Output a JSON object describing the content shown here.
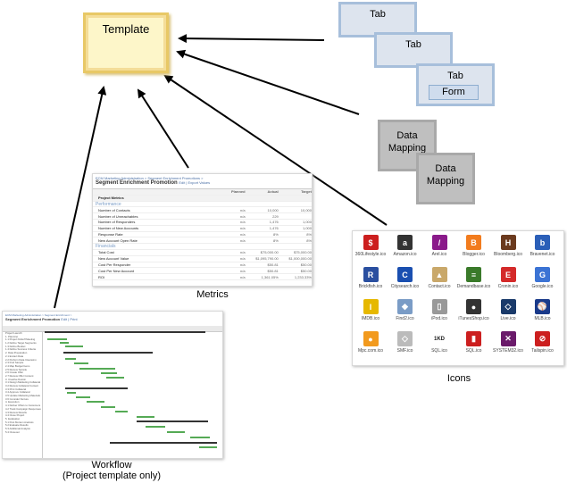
{
  "template": {
    "label": "Template"
  },
  "tabs": [
    {
      "label": "Tab"
    },
    {
      "label": "Tab"
    },
    {
      "label": "Tab",
      "form_label": "Form"
    }
  ],
  "data_mapping": [
    {
      "line1": "Data",
      "line2": "Mapping"
    },
    {
      "line1": "Data",
      "line2": "Mapping"
    }
  ],
  "captions": {
    "metrics": "Metrics",
    "icons": "Icons",
    "workflow_line1": "Workflow",
    "workflow_line2": "(Project template only)"
  },
  "metrics_thumb": {
    "breadcrumb": "ECM Marketing Administration > Segment Enrichment Promotions >",
    "title": "Segment Enrichment Promotion",
    "title_links": "Edit | Export Values",
    "columns": [
      "Planned",
      "Actual",
      "Target"
    ],
    "sections": [
      {
        "label": "Project Metrics",
        "header": true
      },
      {
        "label": "Performance",
        "section": true
      },
      {
        "label": "Number of Contacts",
        "values": [
          "n/a",
          "10,000",
          "10,000"
        ]
      },
      {
        "label": "Number of Unreachables",
        "values": [
          "n/a",
          "229",
          ""
        ]
      },
      {
        "label": "Number of Responders",
        "values": [
          "n/a",
          "1,476",
          "1,000"
        ]
      },
      {
        "label": "Number of New Accounts",
        "values": [
          "n/a",
          "1,476",
          "1,000"
        ]
      },
      {
        "label": "Response Rate",
        "values": [
          "n/a",
          "8%",
          "8%"
        ]
      },
      {
        "label": "New Account Open Rate",
        "values": [
          "n/a",
          "8%",
          "8%"
        ]
      },
      {
        "label": "Financials",
        "section": true
      },
      {
        "label": "Total Cost",
        "values": [
          "n/a",
          "$75,000.00",
          "$75,000.00"
        ]
      },
      {
        "label": "New Account Value",
        "values": [
          "n/a",
          "$1,095,790.00",
          "$1,000,000.00"
        ]
      },
      {
        "label": "Cost Per Responder",
        "values": [
          "n/a",
          "$50.81",
          "$50.00"
        ]
      },
      {
        "label": "Cost Per New Account",
        "values": [
          "n/a",
          "$50.81",
          "$50.00"
        ]
      },
      {
        "label": "ROI",
        "values": [
          "n/a",
          "1,361.05%",
          "1,233.33%"
        ]
      }
    ]
  },
  "workflow_thumb": {
    "breadcrumb": "ECM Marketing Administration > Segment Enrichment >",
    "title": "Segment Enrichment Promotion",
    "title_links": "Edit | Print",
    "tasks": [
      "Project Launch",
      "1. Planning",
      "1.1 Project Kickoff Meeting",
      "1.2 Define Target Segments",
      "1.3 Define Budget",
      "1.4 Define Success Criteria",
      "2. Data Preparation",
      "2.1 Extract Data",
      "2.2 Perform Data Cleansing",
      "2.3 Find Sample",
      "2.4 Map Budget Items",
      "2.5 Review Sample",
      "2.6 Create Offer",
      "2.7 Review Offer Content",
      "3. Creative Design",
      "3.1 Design Marketing Collateral",
      "3.2 Review Collateral Content",
      "3.3 Print Collateral",
      "3.4 Approve Collateral",
      "3.5 Update Marketing Materials",
      "3.6 Consider Nurture",
      "4. Execution",
      "4.1 Deliver Offers to Customers",
      "4.2 Track Campaign Responses",
      "4.3 Review Results",
      "4.4 Close Project",
      "5. Evaluation",
      "5.1 Post Mortem Analysis",
      "5.2 Evaluate Results",
      "5.3 Additional Analysis",
      "5.4 Closeout"
    ]
  },
  "icons_thumb": {
    "items": [
      {
        "label": "360Lifestyle.ico",
        "color": "#cc1f1f",
        "glyph": "$"
      },
      {
        "label": "Amazon.ico",
        "color": "#333333",
        "glyph": "a"
      },
      {
        "label": "Arel.ico",
        "color": "#8a1a8a",
        "glyph": "/"
      },
      {
        "label": "Blogger.ico",
        "color": "#f27c1e",
        "glyph": "B"
      },
      {
        "label": "Bloomberg.ico",
        "color": "#6b3a1e",
        "glyph": "H"
      },
      {
        "label": "Bravenet.ico",
        "color": "#2b5fb8",
        "glyph": "b"
      },
      {
        "label": "Brickfish.ico",
        "color": "#2a4fa0",
        "glyph": "R"
      },
      {
        "label": "Citysearch.ico",
        "color": "#1a4fb0",
        "glyph": "C"
      },
      {
        "label": "Contact.ico",
        "color": "#c9a86a",
        "glyph": "▲"
      },
      {
        "label": "Demandbase.ico",
        "color": "#3a7a2a",
        "glyph": "≡"
      },
      {
        "label": "Cronin.ico",
        "color": "#d42a2a",
        "glyph": "E"
      },
      {
        "label": "Google.ico",
        "color": "#3b73d4",
        "glyph": "G"
      },
      {
        "label": "IMDB.ico",
        "color": "#e6b800",
        "glyph": "I"
      },
      {
        "label": "Find2.ico",
        "color": "#7a9cc6",
        "glyph": "◆"
      },
      {
        "label": "iPod.ico",
        "color": "#999999",
        "glyph": "▯"
      },
      {
        "label": "iTunesShop.ico",
        "color": "#333333",
        "glyph": "●"
      },
      {
        "label": "Live.ico",
        "color": "#1a3a6a",
        "glyph": "◇"
      },
      {
        "label": "MLB.ico",
        "color": "#1a3a8a",
        "glyph": "⚾"
      },
      {
        "label": "Mpc.com.ico",
        "color": "#f29a1e",
        "glyph": "●"
      },
      {
        "label": "SMF.ico",
        "color": "#bbbbbb",
        "glyph": "◇"
      },
      {
        "label": "SQL.ico",
        "color": "#ffffff",
        "glyph": "1KD"
      },
      {
        "label": "SQL.ico",
        "color": "#cc1f1f",
        "glyph": "▮"
      },
      {
        "label": "SYSTEM32.ico",
        "color": "#6a1a6a",
        "glyph": "✕"
      },
      {
        "label": "Tailspin.ico",
        "color": "#cc1f1f",
        "glyph": "⊘"
      }
    ]
  }
}
